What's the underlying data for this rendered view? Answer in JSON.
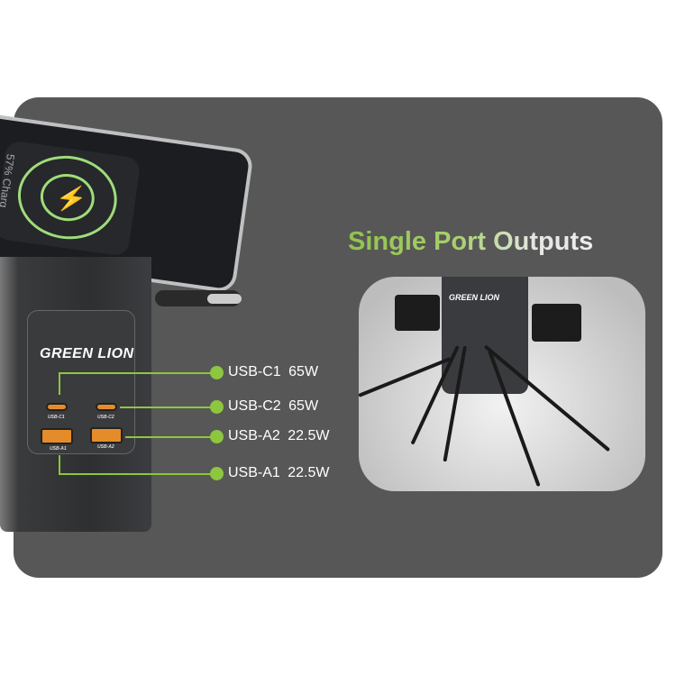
{
  "headline": {
    "text": "Single Port Outputs"
  },
  "brand": {
    "logo_text": "GREEN LION",
    "photo_logo_text": "GREEN LION"
  },
  "phone": {
    "screen_text": "57% Charg"
  },
  "ports": [
    {
      "label": "USB-C1",
      "power": "65W",
      "port_marking": "USB-C1"
    },
    {
      "label": "USB-C2",
      "power": "65W",
      "port_marking": "USB-C2"
    },
    {
      "label": "USB-A2",
      "power": "22.5W",
      "port_marking": "USB-A2"
    },
    {
      "label": "USB-A1",
      "power": "22.5W",
      "port_marking": "USB-A1"
    }
  ],
  "colors": {
    "accent": "#8dc63f",
    "panel": "#575757",
    "port": "#e58c2a"
  }
}
